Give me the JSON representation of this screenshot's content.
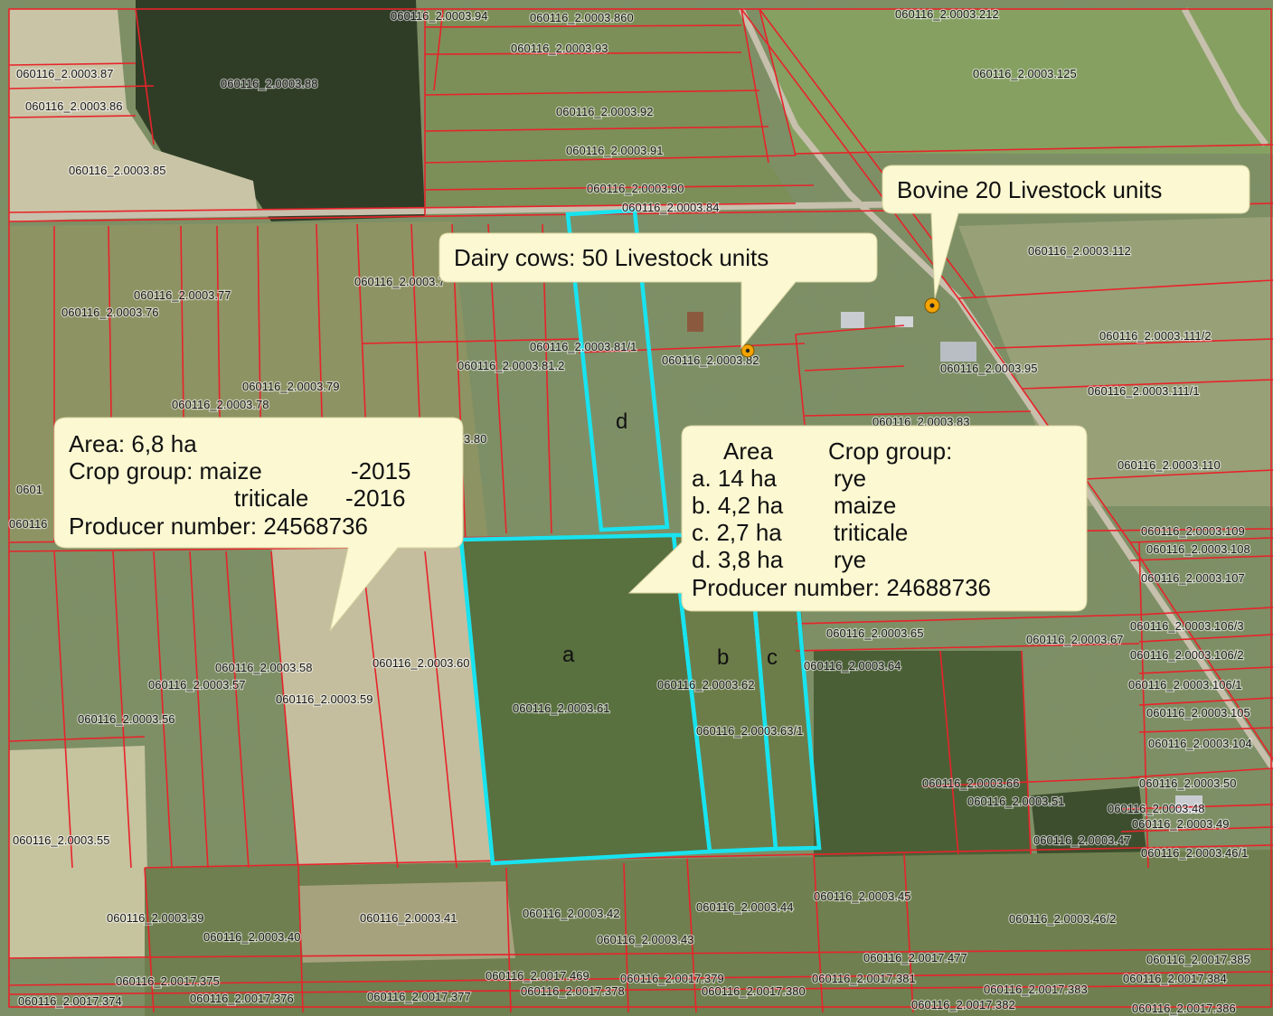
{
  "parcels": [
    {
      "id": "p94",
      "label": "060116_2.0003.94"
    },
    {
      "id": "p860",
      "label": "060116_2.0003.860"
    },
    {
      "id": "p212",
      "label": "060116_2.0003.212"
    },
    {
      "id": "p93",
      "label": "060116_2.0003.93"
    },
    {
      "id": "p87",
      "label": "060116_2.0003.87"
    },
    {
      "id": "p88",
      "label": "060116_2.0003.88"
    },
    {
      "id": "p125",
      "label": "060116_2.0003.125"
    },
    {
      "id": "p86",
      "label": "060116_2.0003.86"
    },
    {
      "id": "p92",
      "label": "060116_2.0003.92"
    },
    {
      "id": "p91",
      "label": "060116_2.0003.91"
    },
    {
      "id": "p85",
      "label": "060116_2.0003.85"
    },
    {
      "id": "p90",
      "label": "060116_2.0003.90"
    },
    {
      "id": "p84",
      "label": "060116_2.0003.84"
    },
    {
      "id": "p112",
      "label": "060116_2.0003.112"
    },
    {
      "id": "p77",
      "label": "060116_2.0003.77"
    },
    {
      "id": "p76",
      "label": "060116_2.0003.76"
    },
    {
      "id": "p1112",
      "label": "060116_2.0003.111/2"
    },
    {
      "id": "p811",
      "label": "060116_2.0003.81/1"
    },
    {
      "id": "p812",
      "label": "060116_2.0003.81.2"
    },
    {
      "id": "p82",
      "label": "060116_2.0003.82"
    },
    {
      "id": "p95",
      "label": "060116_2.0003.95"
    },
    {
      "id": "p79",
      "label": "060116_2.0003.79"
    },
    {
      "id": "p1111",
      "label": "060116_2.0003.111/1"
    },
    {
      "id": "p78",
      "label": "060116_2.0003.78"
    },
    {
      "id": "p83",
      "label": "060116_2.0003.83"
    },
    {
      "id": "p110",
      "label": "060116_2.0003.110"
    },
    {
      "id": "p109",
      "label": "060116_2.0003.109"
    },
    {
      "id": "p108",
      "label": "060116_2.0003.108"
    },
    {
      "id": "p107",
      "label": "060116_2.0003.107"
    },
    {
      "id": "p1063",
      "label": "060116_2.0003.106/3"
    },
    {
      "id": "p65",
      "label": "060116_2.0003.65"
    },
    {
      "id": "p67",
      "label": "060116_2.0003.67"
    },
    {
      "id": "p1062",
      "label": "060116_2.0003.106/2"
    },
    {
      "id": "p58",
      "label": "060116_2.0003.58"
    },
    {
      "id": "p60",
      "label": "060116_2.0003.60"
    },
    {
      "id": "p64",
      "label": "060116_2.0003.64"
    },
    {
      "id": "p57",
      "label": "060116_2.0003.57"
    },
    {
      "id": "p62",
      "label": "060116_2.0003.62"
    },
    {
      "id": "p1061",
      "label": "060116_2.0003.106/1"
    },
    {
      "id": "p59",
      "label": "060116_2.0003.59"
    },
    {
      "id": "p61",
      "label": "060116_2.0003.61"
    },
    {
      "id": "p105",
      "label": "060116_2.0003.105"
    },
    {
      "id": "p56",
      "label": "060116_2.0003.56"
    },
    {
      "id": "p631",
      "label": "060116_2.0003.63/1"
    },
    {
      "id": "p104",
      "label": "060116_2.0003.104"
    },
    {
      "id": "p66",
      "label": "060116_2.0003.66"
    },
    {
      "id": "p50",
      "label": "060116_2.0003.50"
    },
    {
      "id": "p51",
      "label": "060116_2.0003.51"
    },
    {
      "id": "p48",
      "label": "060116_2.0003.48"
    },
    {
      "id": "p49",
      "label": "060116_2.0003.49"
    },
    {
      "id": "p55",
      "label": "060116_2.0003.55"
    },
    {
      "id": "p47",
      "label": "060116_2.0003.47"
    },
    {
      "id": "p461",
      "label": "060116_2.0003.46/1"
    },
    {
      "id": "p45",
      "label": "060116_2.0003.45"
    },
    {
      "id": "p44",
      "label": "060116_2.0003.44"
    },
    {
      "id": "p39",
      "label": "060116_2.0003.39"
    },
    {
      "id": "p41",
      "label": "060116_2.0003.41"
    },
    {
      "id": "p42",
      "label": "060116_2.0003.42"
    },
    {
      "id": "p462",
      "label": "060116_2.0003.46/2"
    },
    {
      "id": "p40",
      "label": "060116_2.0003.40"
    },
    {
      "id": "p43",
      "label": "060116_2.0003.43"
    },
    {
      "id": "s477",
      "label": "060116_2.0017.477"
    },
    {
      "id": "s385",
      "label": "060116_2.0017.385"
    },
    {
      "id": "s375",
      "label": "060116_2.0017.375"
    },
    {
      "id": "s469",
      "label": "060116_2.0017.469"
    },
    {
      "id": "s379",
      "label": "060116_2.0017.379"
    },
    {
      "id": "s381",
      "label": "060116_2.0017.381"
    },
    {
      "id": "s384",
      "label": "060116_2.0017.384"
    },
    {
      "id": "s383",
      "label": "060116_2.0017.383"
    },
    {
      "id": "s374",
      "label": "060116_2.0017.374"
    },
    {
      "id": "s376",
      "label": "060116_2.0017.376"
    },
    {
      "id": "s377",
      "label": "060116_2.0017.377"
    },
    {
      "id": "s378",
      "label": "060116_2.0017.378"
    },
    {
      "id": "s380",
      "label": "060116_2.0017.380"
    },
    {
      "id": "s382",
      "label": "060116_2.0017.382"
    },
    {
      "id": "s386",
      "label": "060116_2.0017.386"
    }
  ],
  "partial_labels": [
    {
      "id": "pl80",
      "label": "3.80"
    },
    {
      "id": "pl0611",
      "label": "0601"
    },
    {
      "id": "pl06116",
      "label": "060116"
    },
    {
      "id": "pl7x",
      "label": "060116_2.0003.7"
    },
    {
      "id": "pl104x",
      "label": "060116_2.0003.104"
    }
  ],
  "field_letters": {
    "a": "a",
    "b": "b",
    "c": "c",
    "d": "d"
  },
  "callouts": {
    "bovine": {
      "text": "Bovine 20 Livestock units"
    },
    "dairy": {
      "text": "Dairy cows: 50 Livestock units"
    },
    "left": {
      "line1": "Area: 6,8 ha",
      "line2a": "Crop group: maize",
      "line2b": "-2015",
      "line3a": "triticale",
      "line3b": "-2016",
      "line4": "Producer number: 24568736"
    },
    "right": {
      "header_area": "Area",
      "header_crop": "Crop group:",
      "rows": [
        {
          "area": "a. 14 ha",
          "crop": "rye"
        },
        {
          "area": "b. 4,2 ha",
          "crop": "maize"
        },
        {
          "area": "c. 2,7 ha",
          "crop": "triticale"
        },
        {
          "area": "d. 3,8 ha",
          "crop": "rye"
        }
      ],
      "producer": "Producer number: 24688736"
    }
  },
  "colors": {
    "parcel_boundary": "#e8232a",
    "selected_fields": "#18e3ef",
    "marker": "#f5a300",
    "callout_fill": "#fbf8d2"
  }
}
